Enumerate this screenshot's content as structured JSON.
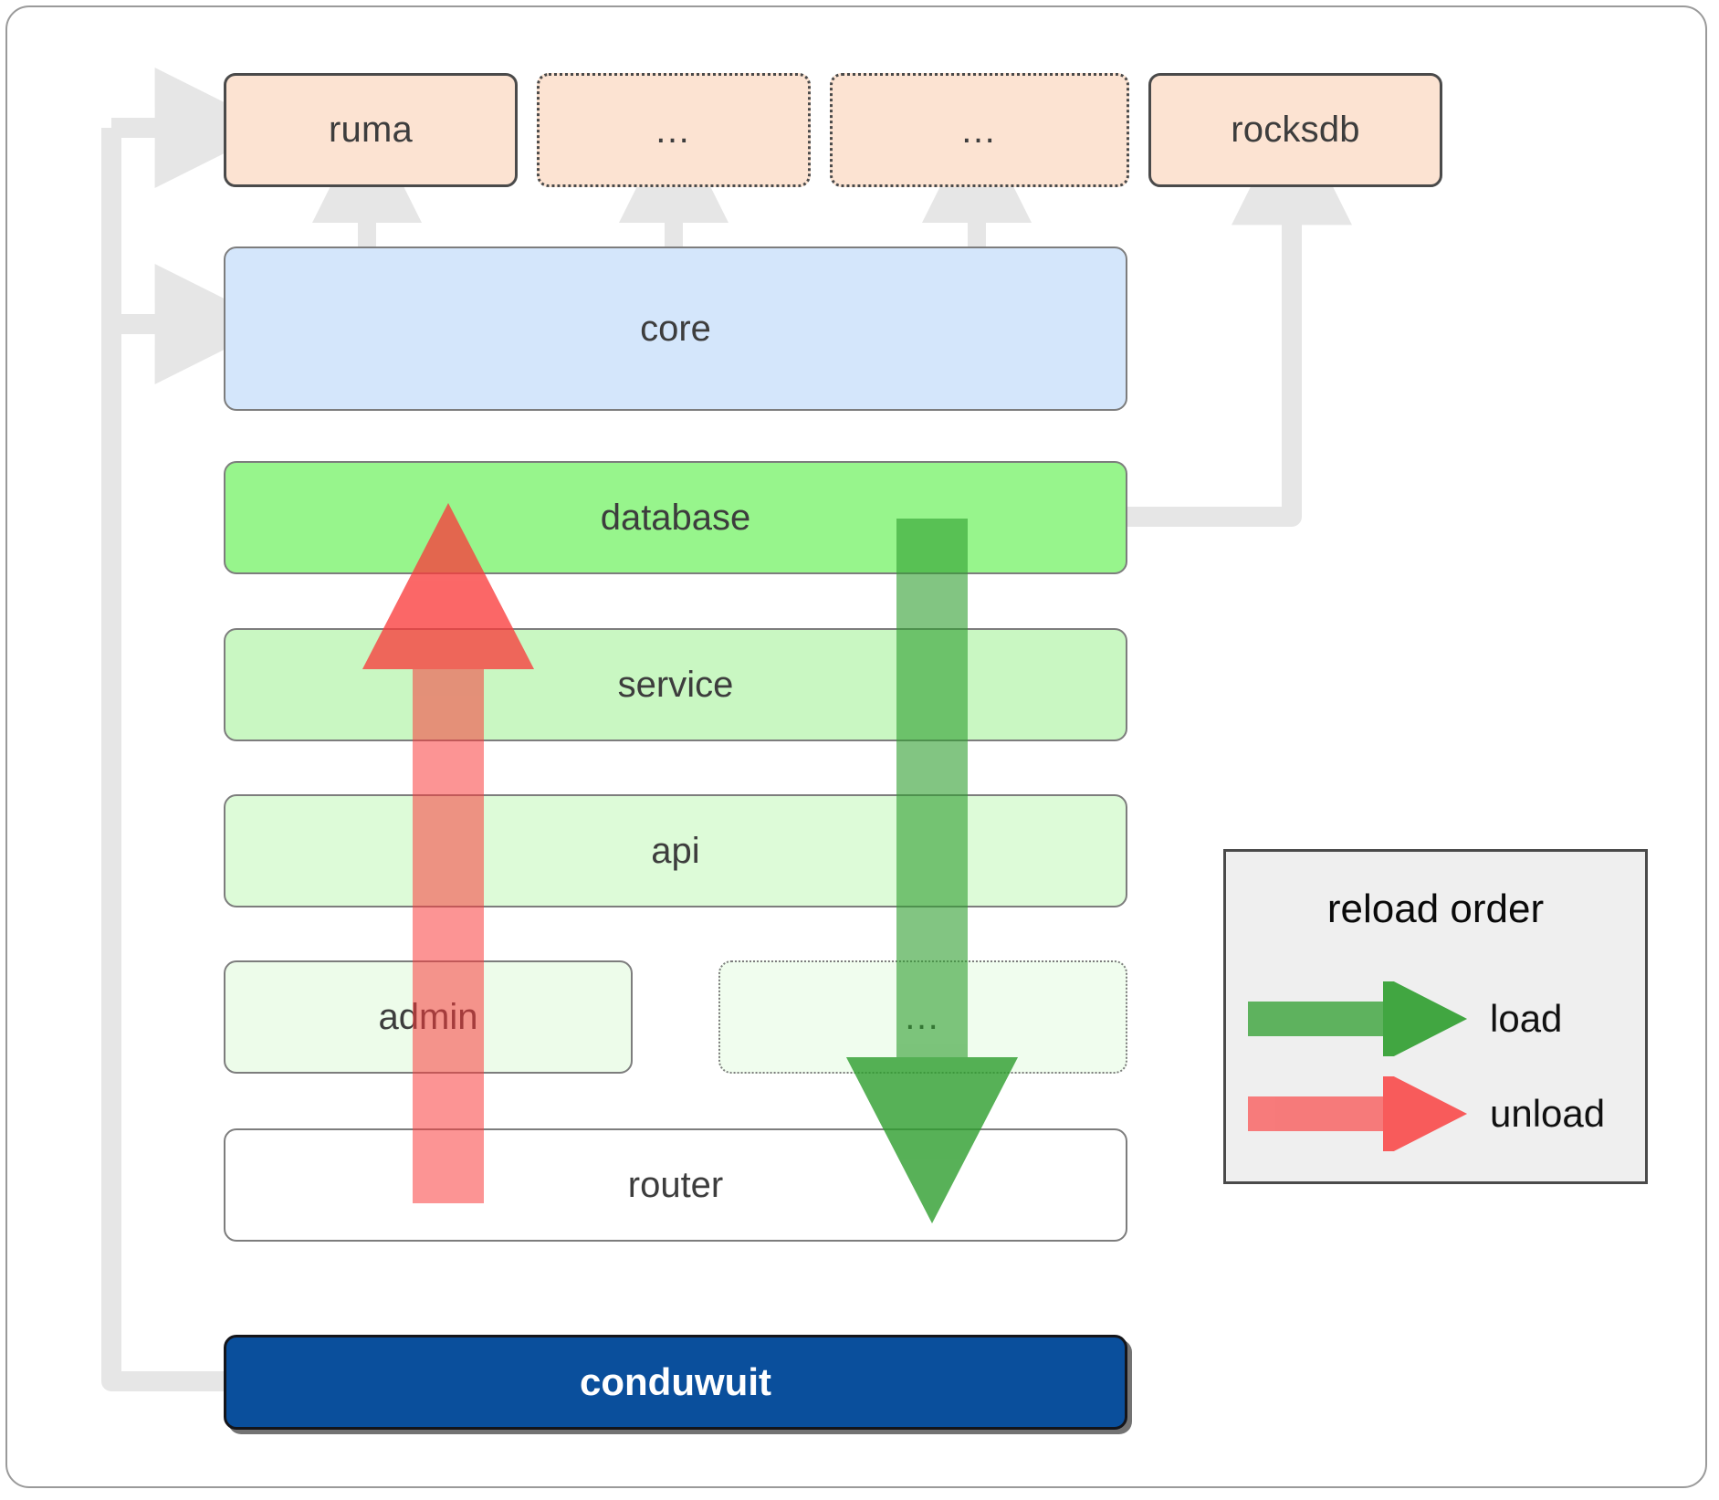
{
  "diagram": {
    "title": "conduwuit crate layering and reload order",
    "dependencies": [
      {
        "id": "ruma",
        "label": "ruma",
        "style": "solid"
      },
      {
        "id": "dep2",
        "label": "…",
        "style": "dotted"
      },
      {
        "id": "dep3",
        "label": "…",
        "style": "dotted"
      },
      {
        "id": "rocksdb",
        "label": "rocksdb",
        "style": "solid"
      }
    ],
    "layers": [
      {
        "id": "core",
        "label": "core",
        "color": "#d4e6fb",
        "style": "solid"
      },
      {
        "id": "database",
        "label": "database",
        "color": "#97f58c",
        "style": "solid"
      },
      {
        "id": "service",
        "label": "service",
        "color": "#c9f7c2",
        "style": "solid"
      },
      {
        "id": "api",
        "label": "api",
        "color": "#ddfbd8",
        "style": "solid"
      },
      {
        "id": "admin",
        "label": "admin",
        "color": "#edfcea",
        "style": "solid"
      },
      {
        "id": "dots",
        "label": "…",
        "color": "#f0fdee",
        "style": "dotted"
      },
      {
        "id": "router",
        "label": "router",
        "color": "#ffffff",
        "style": "solid"
      }
    ],
    "binary": {
      "id": "conduwuit",
      "label": "conduwuit",
      "color": "#0a4f9c",
      "text_color": "#ffffff"
    }
  },
  "legend": {
    "title": "reload order",
    "entries": [
      {
        "id": "load",
        "label": "load",
        "color": "#5cb85c"
      },
      {
        "id": "unload",
        "label": "unload",
        "color": "#fa8080"
      }
    ]
  },
  "colors": {
    "dependency_fill": "#fce3d2",
    "core_fill": "#d4e6fb",
    "database_fill": "#97f58c",
    "binary_fill": "#0a4f9c",
    "connector_grey": "#e6e6e6",
    "load_green": "#4f9e4f",
    "unload_red": "#fa7f7f",
    "frame_border": "#9a9a9a",
    "legend_bg": "#efefef"
  }
}
